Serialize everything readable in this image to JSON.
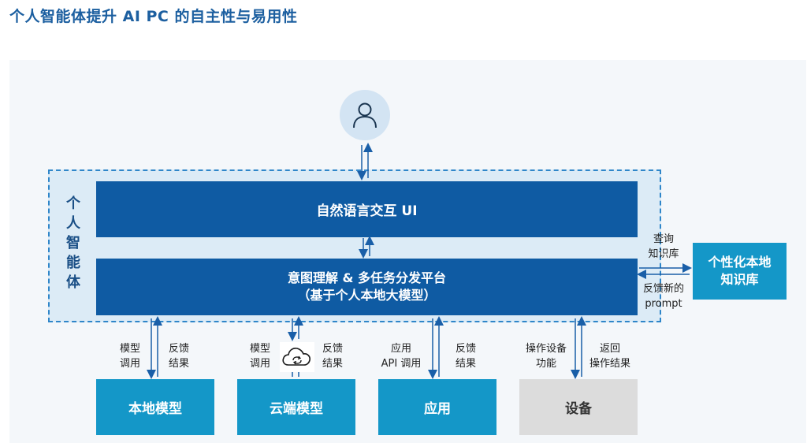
{
  "title": "个人智能体提升 AI PC 的自主性与易用性",
  "agent": {
    "label_chars": [
      "个",
      "人",
      "智",
      "能",
      "体"
    ],
    "ui_bar": "自然语言交互 UI",
    "intent_bar": [
      "意图理解 & 多任务分发平台",
      "（基于个人本地大模型）"
    ]
  },
  "icons": {
    "user": "user-icon",
    "cloud": "cloud-sync-icon"
  },
  "knowledge_base": {
    "box": [
      "个性化本地",
      "知识库"
    ],
    "query": [
      "查询",
      "知识库"
    ],
    "feedback": [
      "反馈新的",
      "prompt"
    ]
  },
  "bottom": [
    {
      "name": "本地模型",
      "up": [
        "模型",
        "调用"
      ],
      "down": [
        "反馈",
        "结果"
      ],
      "style": "teal"
    },
    {
      "name": "云端模型",
      "up": [
        "模型",
        "调用"
      ],
      "down": [
        "反馈",
        "结果"
      ],
      "style": "teal"
    },
    {
      "name": "应用",
      "up": [
        "应用",
        "API 调用"
      ],
      "down": [
        "反馈",
        "结果"
      ],
      "style": "teal"
    },
    {
      "name": "设备",
      "up": [
        "操作设备",
        "功能"
      ],
      "down": [
        "返回",
        "操作结果"
      ],
      "style": "gray"
    }
  ],
  "colors": {
    "primary": "#0f5ba3",
    "teal": "#1497c8",
    "frame": "#2f86c9",
    "gray": "#dcdcdc"
  }
}
